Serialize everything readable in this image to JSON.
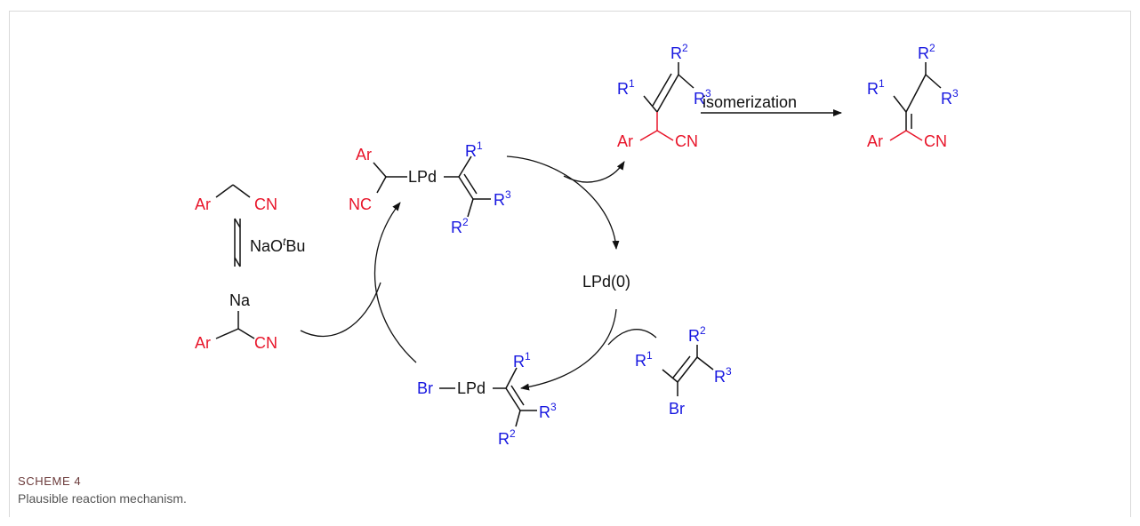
{
  "colors": {
    "red": "#e8152a",
    "blue": "#1717e0",
    "black": "#111111"
  },
  "caption": {
    "label": "SCHEME 4",
    "text": "Plausible reaction mechanism."
  },
  "labels": {
    "ar": "Ar",
    "cn": "CN",
    "nc": "NC",
    "na": "Na",
    "br": "Br",
    "lpd": "LPd",
    "lpd0": "LPd(0)",
    "r": "R",
    "one": "1",
    "two": "2",
    "three": "3",
    "base_prefix": "NaO",
    "base_italic": "t",
    "base_suffix": "Bu",
    "isomerization": "isomerization"
  }
}
